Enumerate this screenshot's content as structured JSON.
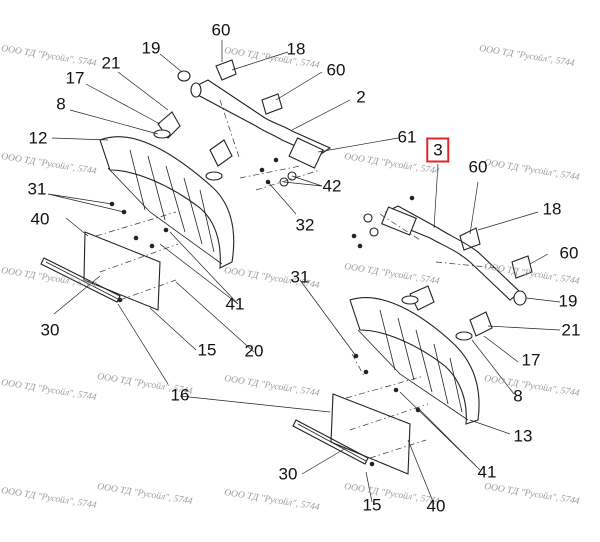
{
  "watermark": "ООО ТД \"Русойл\", 5744",
  "callouts": {
    "c60a": "60",
    "c19a": "19",
    "c18a": "18",
    "c21a": "21",
    "c60b": "60",
    "c17a": "17",
    "c2": "2",
    "c8a": "8",
    "c61": "61",
    "c12": "12",
    "c3": "3",
    "c60c": "60",
    "c31a": "31",
    "c42": "42",
    "c18b": "18",
    "c40a": "40",
    "c32": "32",
    "c60d": "60",
    "c41a": "41",
    "c19b": "19",
    "c31b": "31",
    "c21b": "21",
    "c30a": "30",
    "c15a": "15",
    "c20": "20",
    "c17b": "17",
    "c16": "16",
    "c8b": "8",
    "c13": "13",
    "c41b": "41",
    "c30b": "30",
    "c15b": "15",
    "c40b": "40"
  },
  "highlight": {
    "callout": "3",
    "color": "#e32626"
  }
}
